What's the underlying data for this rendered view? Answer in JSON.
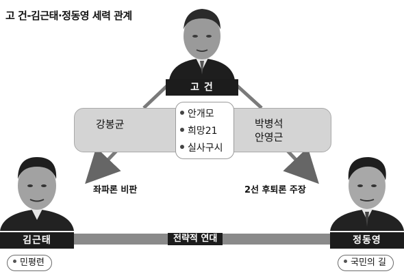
{
  "title": "고 건-김근태·정동영 세력 관계",
  "center_person": {
    "name": "고 건",
    "portrait_icon": "portrait-goh-kun"
  },
  "left_person": {
    "name": "김근태",
    "party": "민평련",
    "portrait_icon": "portrait-kim-geun-tae"
  },
  "right_person": {
    "name": "정동영",
    "party": "국민의 길",
    "portrait_icon": "portrait-chung-dong-young"
  },
  "groups": {
    "left": "강봉균",
    "right": [
      "박병석",
      "안영근"
    ],
    "center": [
      "안개모",
      "희망21",
      "실사구시"
    ]
  },
  "relations": {
    "to_left": "좌파론 비판",
    "to_right": "2선 후퇴론 주장",
    "alliance": "전략적 연대"
  },
  "colors": {
    "dark": "#1c1c1c",
    "box": "#d4d4d4",
    "bar": "#8a8a8a"
  }
}
